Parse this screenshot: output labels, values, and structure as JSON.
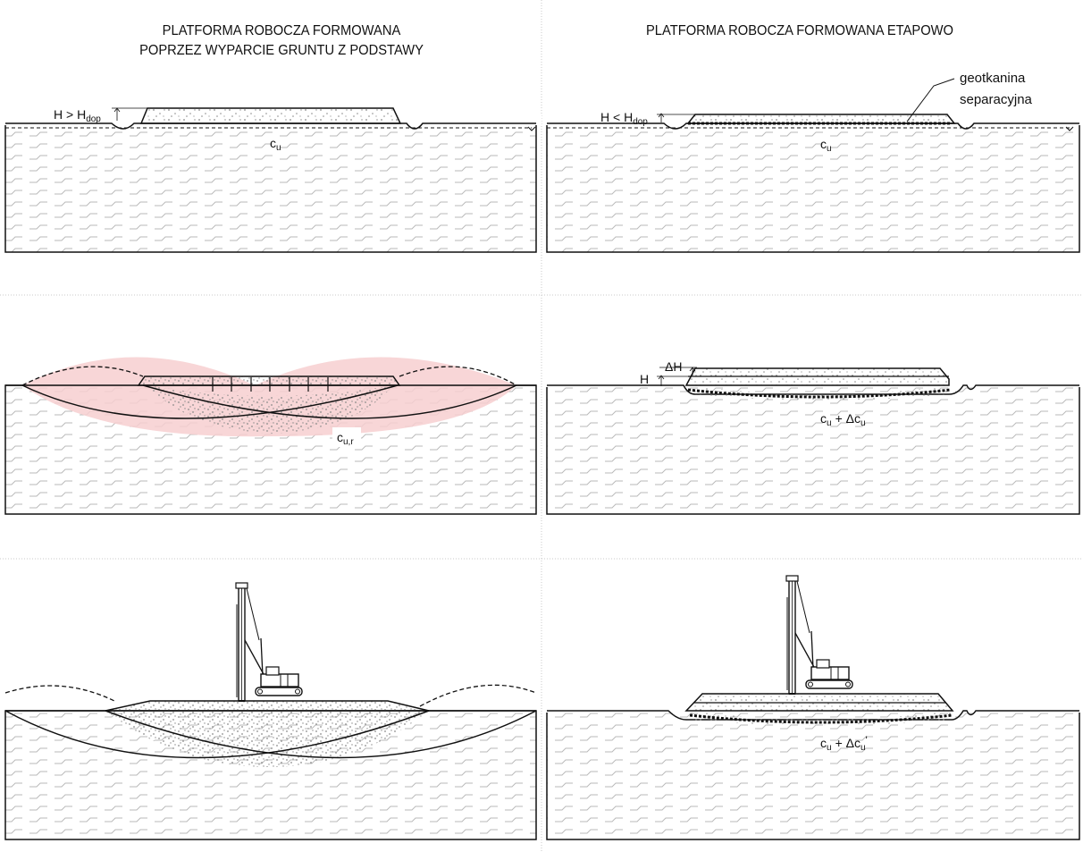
{
  "titles": {
    "left_line1": "PLATFORMA ROBOCZA FORMOWANA",
    "left_line2": "POPRZEZ WYPARCIE GRUNTU Z PODSTAWY",
    "right": "PLATFORMA ROBOCZA FORMOWANA ETAPOWO"
  },
  "labels": {
    "h_greater": "H > H",
    "h_less": "H < H",
    "dop_sub": "dop",
    "cu_main": "c",
    "u_sub": "u",
    "ur_sub": "u,r",
    "geotextile_1": "geotkanina",
    "geotextile_2": "separacyjna",
    "dh": "ΔH",
    "h": "H",
    "cu_plus": "+ Δc",
    "prime": "'"
  },
  "colors": {
    "line": "#111111",
    "soil_hatch": "#b9b9b9",
    "fill_dots": "#8a8a8a",
    "failure_zone": "#f7cfd0",
    "separator": "#c8c8c8"
  }
}
